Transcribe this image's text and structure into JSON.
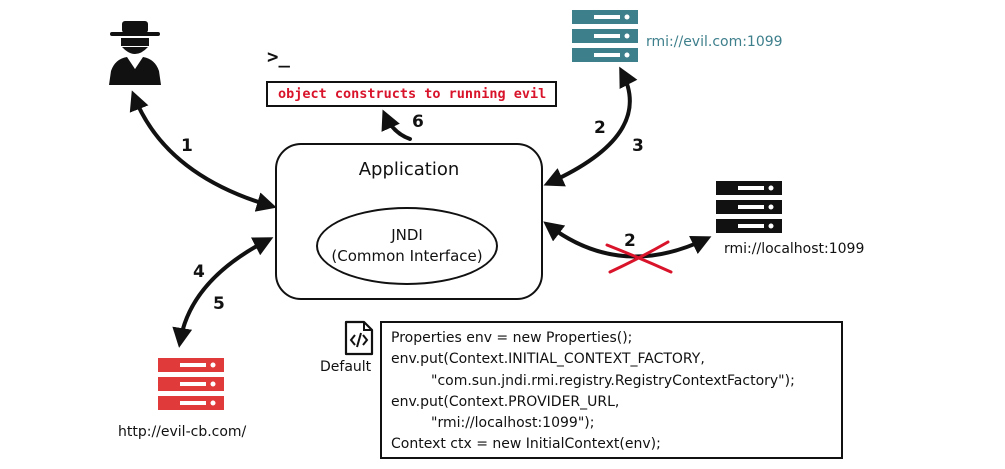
{
  "nodes": {
    "attacker": {
      "icon": "spy-icon",
      "color": "#111111"
    },
    "terminal_prompt": ">_",
    "command_box": {
      "text": "object constructs to running evil",
      "color": "#d8132a"
    },
    "evil_rmi": {
      "label": "rmi://evil.com:1099",
      "color": "#3e7f8c",
      "icon": "server-icon"
    },
    "local_rmi": {
      "label": "rmi://localhost:1099",
      "color": "#111111",
      "icon": "server-icon"
    },
    "evil_cb": {
      "label": "http://evil-cb.com/",
      "color": "#e03a3a",
      "icon": "server-icon"
    },
    "application": {
      "title": "Application",
      "jndi_line1": "JNDI",
      "jndi_line2": "(Common Interface)"
    },
    "default_file": {
      "label": "Default",
      "icon": "code-file-icon"
    }
  },
  "steps": {
    "s1": "1",
    "s2_evil": "2",
    "s3": "3",
    "s2_local": "2",
    "s4": "4",
    "s5": "5",
    "s6": "6"
  },
  "blocked_cross_color": "#d8132a",
  "code": {
    "lines": [
      "Properties env = new Properties();",
      "env.put(Context.INITIAL_CONTEXT_FACTORY,",
      "\"com.sun.jndi.rmi.registry.RegistryContextFactory\");",
      "env.put(Context.PROVIDER_URL,",
      "\"rmi://localhost:1099\");",
      "Context ctx = new InitialContext(env);"
    ]
  }
}
